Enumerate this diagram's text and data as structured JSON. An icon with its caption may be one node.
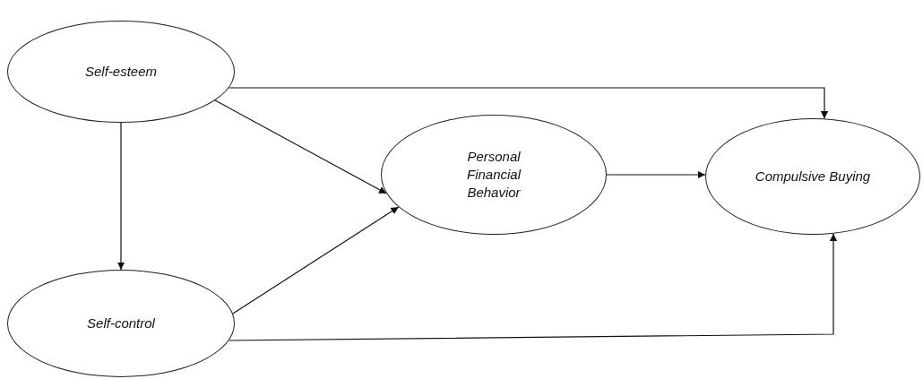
{
  "diagram": {
    "nodes": [
      {
        "text": [
          "Self-esteem"
        ]
      },
      {
        "text": [
          "Self-control"
        ]
      },
      {
        "text": [
          "Personal Financial Behavior"
        ]
      },
      {
        "text": [
          "Compulsive Buying"
        ]
      }
    ],
    "edges": [
      {
        "from": 0,
        "to": 3,
        "arrow": "to"
      },
      {
        "from": 0,
        "to": 2,
        "arrow": "to"
      },
      {
        "from": 0,
        "to": 1,
        "arrow": "to"
      },
      {
        "from": 1,
        "to": 2,
        "arrow": "to"
      },
      {
        "from": 2,
        "to": 3,
        "arrow": "to"
      },
      {
        "from": 1,
        "to": 3,
        "arrow": "to"
      }
    ]
  }
}
